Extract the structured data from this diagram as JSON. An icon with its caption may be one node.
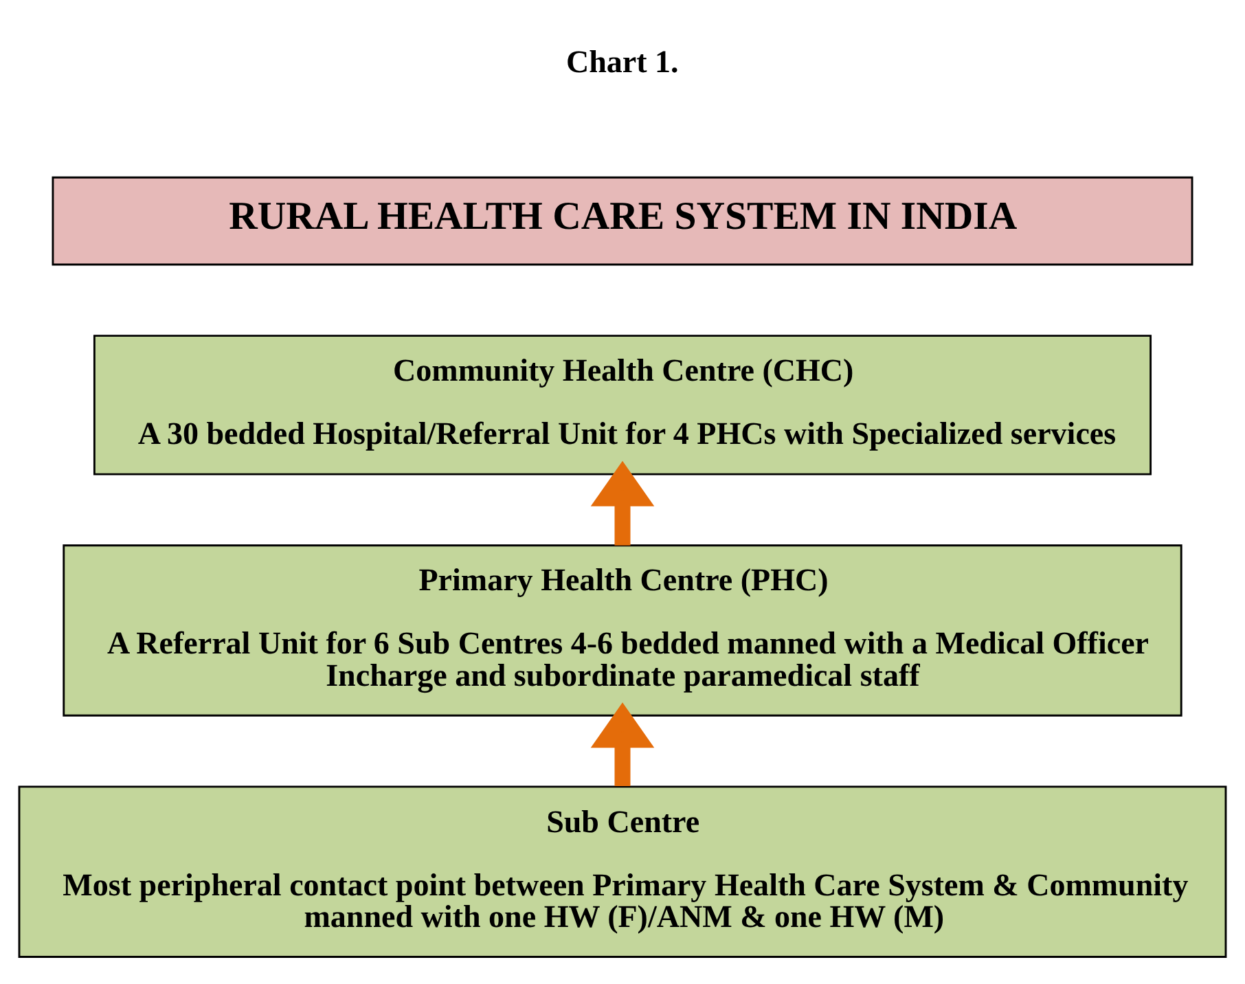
{
  "diagram": {
    "nodes": [
      {
        "text": [
          "RURAL HEALTH CARE SYSTEM IN INDIA"
        ]
      },
      {
        "text": [
          "Community Health Centre (CHC)",
          "A 30 bedded Hospital/Referral Unit for 4 PHCs with Specialized services"
        ]
      },
      {
        "text": [
          "Primary Health Centre (PHC)",
          "A Referral Unit for 6 Sub Centres 4-6 bedded manned with a Medical Officer Incharge and subordinate paramedical staff"
        ]
      },
      {
        "text": [
          "Sub Centre",
          "Most peripheral contact point between Primary Health Care System & Community manned with one HW (F)/ANM & one HW (M)"
        ]
      }
    ],
    "edges": [
      {
        "from": 3,
        "to": 2,
        "arrow": "to"
      },
      {
        "from": 2,
        "to": 1,
        "arrow": "to"
      }
    ],
    "labels": [
      "Chart 1."
    ]
  }
}
